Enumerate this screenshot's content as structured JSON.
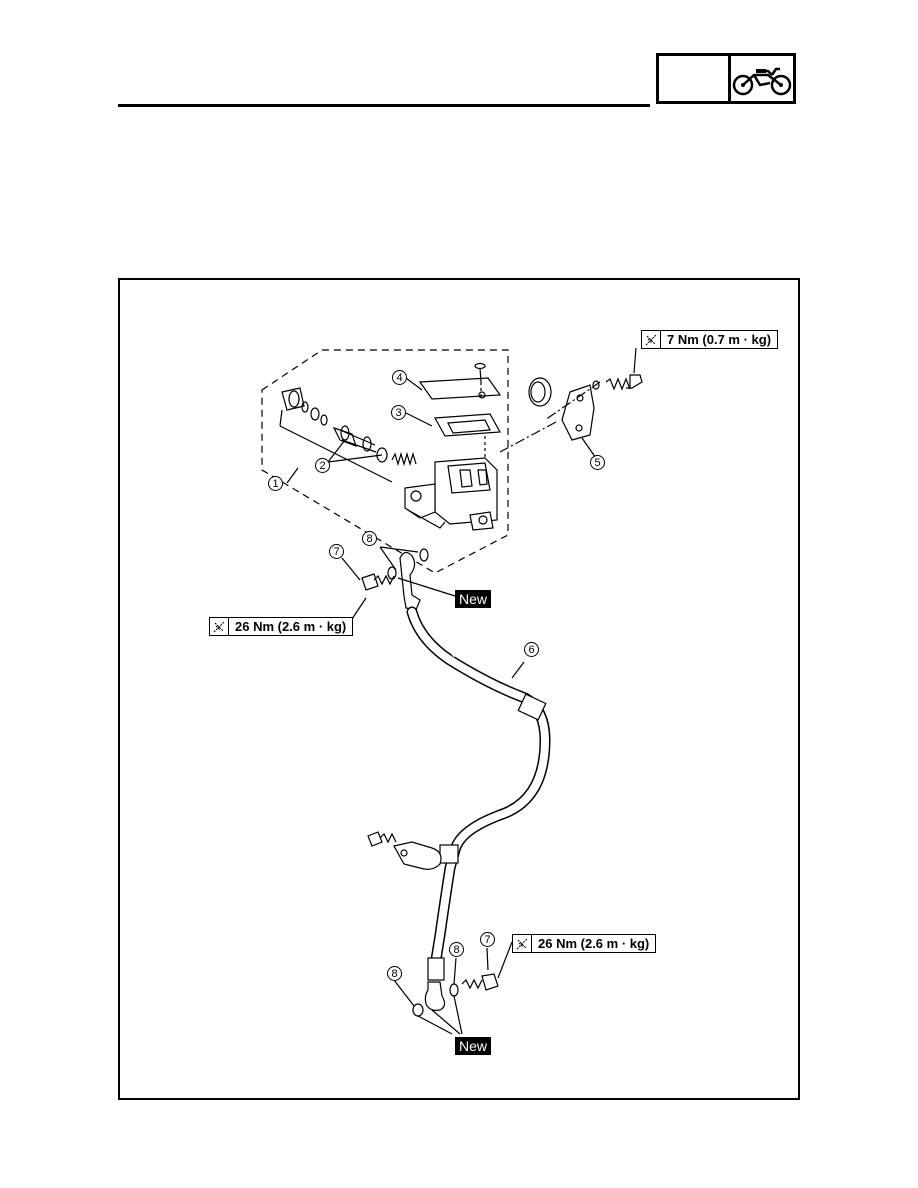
{
  "torque_specs": {
    "bracket_bolt": "7 Nm (0.7 m · kg)",
    "union_bolt_upper": "26 Nm (2.6 m · kg)",
    "union_bolt_lower": "26 Nm (2.6 m · kg)"
  },
  "new_tag": "New",
  "callouts": {
    "c1": "1",
    "c2": "2",
    "c3": "3",
    "c4": "4",
    "c5": "5",
    "c6": "6",
    "c7a": "7",
    "c7b": "7",
    "c8a": "8",
    "c8b": "8",
    "c8c": "8"
  },
  "icons": {
    "chapter": "motorcycle-icon",
    "torque": "torque-wrench-icon"
  }
}
